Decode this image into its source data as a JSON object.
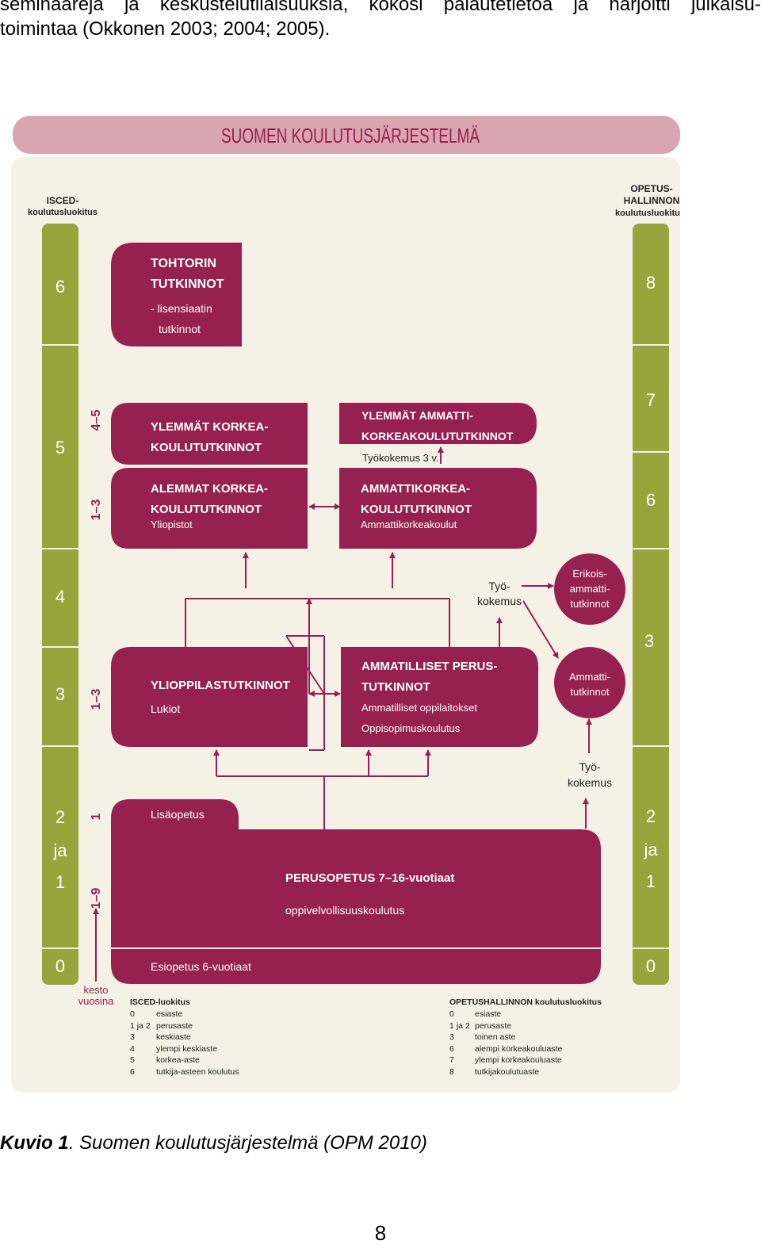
{
  "intro_text": {
    "line1": "seminaareja ja keskustelutilaisuuksia, kokosi palautetietoa ja harjoitti julkaisu-",
    "line2": "toimintaa (Okkonen 2003; 2004; 2005)."
  },
  "diagram": {
    "title": "SUOMEN KOULUTUSJÄRJESTELMÄ",
    "left_header": [
      "ISCED-",
      "koulutusluokitus"
    ],
    "right_header": [
      "OPETUS-",
      "HALLINNON",
      "koulutusluokitus"
    ],
    "left_levels": [
      "6",
      "5",
      "4",
      "3",
      "2",
      "ja",
      "1",
      "0"
    ],
    "right_levels": [
      "8",
      "7",
      "6",
      "3",
      "2",
      "ja",
      "1",
      "0"
    ],
    "durations": [
      "4–5",
      "1–3",
      "1–3",
      "1",
      "1–9"
    ],
    "duration_label": [
      "kesto",
      "vuosina"
    ],
    "boxes": {
      "tohtori": [
        "TOHTORIN",
        "TUTKINNOT",
        "- lisensiaatin",
        "tutkinnot"
      ],
      "ylemmat_korkea": [
        "YLEMMÄT KORKEA-",
        "KOULUTUTKINNOT"
      ],
      "ylemmat_amk": [
        "YLEMMÄT AMMATTI-",
        "KORKEAKOULUTUTKINNOT"
      ],
      "tyokokemus_3v": "Työkokemus 3 v.",
      "alemmat_korkea": [
        "ALEMMAT KORKEA-",
        "KOULUTUTKINNOT",
        "Yliopistot"
      ],
      "amk": [
        "AMMATTIKORKEA-",
        "KOULUTUTKINNOT",
        "Ammattikorkeakoulut"
      ],
      "ylioppilas": [
        "YLIOPPILASTUTKINNOT",
        "Lukiot"
      ],
      "ammatilliset": [
        "AMMATILLISET PERUS-",
        "TUTKINNOT",
        "Ammatilliset oppilaitokset",
        "Oppisopimuskoulutus"
      ],
      "erikois": [
        "Erikois-",
        "ammatti-",
        "tutkinnot"
      ],
      "ammatti": [
        "Ammatti-",
        "tutkinnot"
      ],
      "tyokokemus_a": [
        "Työ-",
        "kokemus"
      ],
      "tyokokemus_b": [
        "Työ-",
        "kokemus"
      ],
      "lisaopetus": "Lisäopetus",
      "perusopetus": [
        "PERUSOPETUS 7–16-vuotiaat",
        "oppivelvollisuuskoulutus"
      ],
      "esiopetus": "Esiopetus 6-vuotiaat"
    },
    "isced_legend": {
      "title": "ISCED-luokitus",
      "rows": [
        [
          "0",
          "esiaste"
        ],
        [
          "1 ja 2",
          "perusaste"
        ],
        [
          "3",
          "keskiaste"
        ],
        [
          "4",
          "ylempi keskiaste"
        ],
        [
          "5",
          "korkea-aste"
        ],
        [
          "6",
          "tutkija-asteen koulutus"
        ]
      ]
    },
    "opetus_legend": {
      "title": "OPETUSHALLINNON koulutusluokitus",
      "rows": [
        [
          "0",
          "esiaste"
        ],
        [
          "1 ja 2",
          "perusaste"
        ],
        [
          "3",
          "toinen aste"
        ],
        [
          "6",
          "alempi korkeakouluaste"
        ],
        [
          "7",
          "ylempi korkeakouluaste"
        ],
        [
          "8",
          "tutkijakoulutuaste"
        ]
      ]
    },
    "colors": {
      "maroon": "#96204f",
      "olive": "#9aa33c",
      "title_band": "#d9a5b3",
      "background": "#f5f1e7"
    }
  },
  "caption": {
    "label": "Kuvio 1",
    "text": ". Suomen koulutusjärjestelmä (OPM 2010)"
  },
  "page_number": "8"
}
